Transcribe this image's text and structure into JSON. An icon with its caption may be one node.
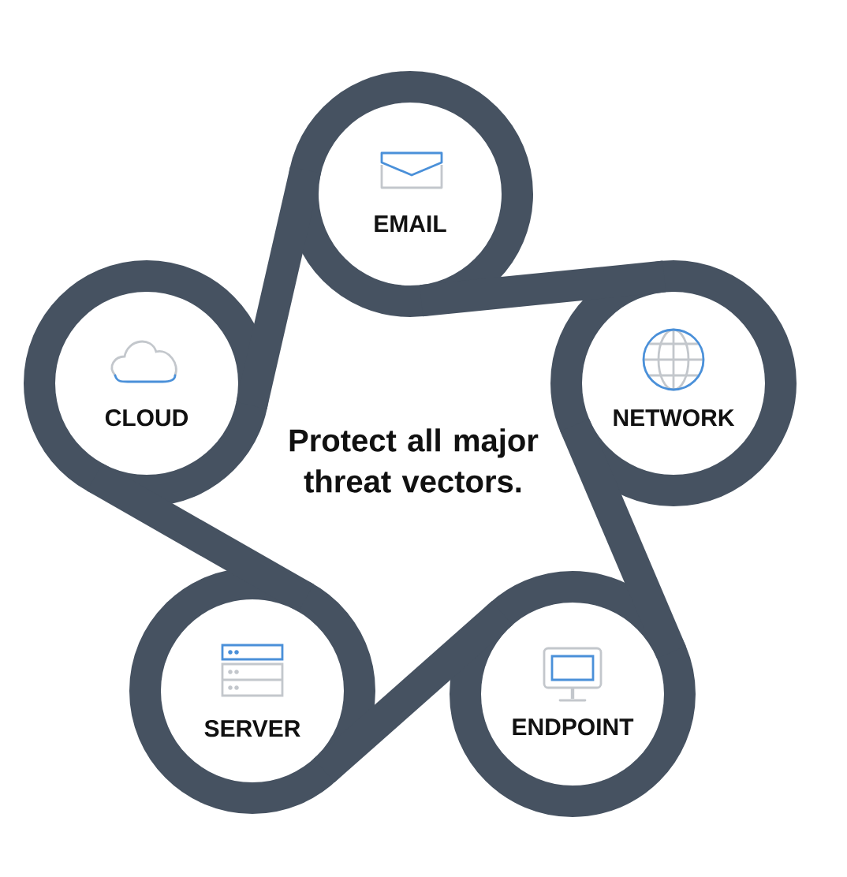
{
  "diagram": {
    "nodes": [
      {
        "text": [
          "EMAIL"
        ]
      },
      {
        "text": [
          "CLOUD"
        ]
      },
      {
        "text": [
          "NETWORK"
        ]
      },
      {
        "text": [
          "SERVER"
        ]
      },
      {
        "text": [
          "ENDPOINT"
        ]
      }
    ],
    "edges": [
      {
        "from": 0,
        "to": 2,
        "arrow": "none"
      },
      {
        "from": 2,
        "to": 4,
        "arrow": "none"
      },
      {
        "from": 4,
        "to": 3,
        "arrow": "none"
      },
      {
        "from": 3,
        "to": 1,
        "arrow": "none"
      },
      {
        "from": 1,
        "to": 0,
        "arrow": "none"
      }
    ],
    "labels": [
      "Protect all major threat vectors."
    ]
  }
}
